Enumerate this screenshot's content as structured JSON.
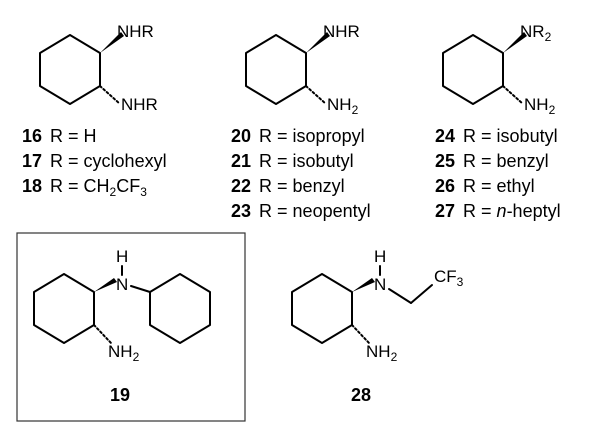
{
  "structures": {
    "a": {
      "top": "NHR",
      "bottom": "NHR"
    },
    "b": {
      "top": "NHR",
      "bottom": "NH",
      "bottom_sub": "2"
    },
    "c": {
      "top": "NR",
      "top_sub": "2",
      "bottom": "NH",
      "bottom_sub": "2"
    },
    "s19": {
      "h": "H",
      "n": "N",
      "bottom": "NH",
      "bottom_sub": "2",
      "label": "19"
    },
    "s28": {
      "h": "H",
      "n": "N",
      "cf": "CF",
      "cf_sub": "3",
      "bottom": "NH",
      "bottom_sub": "2",
      "label": "28"
    }
  },
  "legend_col1": [
    {
      "num": "16",
      "r": "R = H"
    },
    {
      "num": "17",
      "r": "R = cyclohexyl"
    },
    {
      "num": "18",
      "r": "R = CH",
      "sub1": "2",
      "mid": "CF",
      "sub2": "3"
    }
  ],
  "legend_col2": [
    {
      "num": "20",
      "r": "R = isopropyl"
    },
    {
      "num": "21",
      "r": "R = isobutyl"
    },
    {
      "num": "22",
      "r": "R = benzyl"
    },
    {
      "num": "23",
      "r": "R = neopentyl"
    }
  ],
  "legend_col3": [
    {
      "num": "24",
      "r": "R = isobutyl"
    },
    {
      "num": "25",
      "r": "R = benzyl"
    },
    {
      "num": "26",
      "r": "R = ethyl"
    },
    {
      "num": "27",
      "r_pre": "R = ",
      "r_it": "n",
      "r_post": "-heptyl"
    }
  ]
}
